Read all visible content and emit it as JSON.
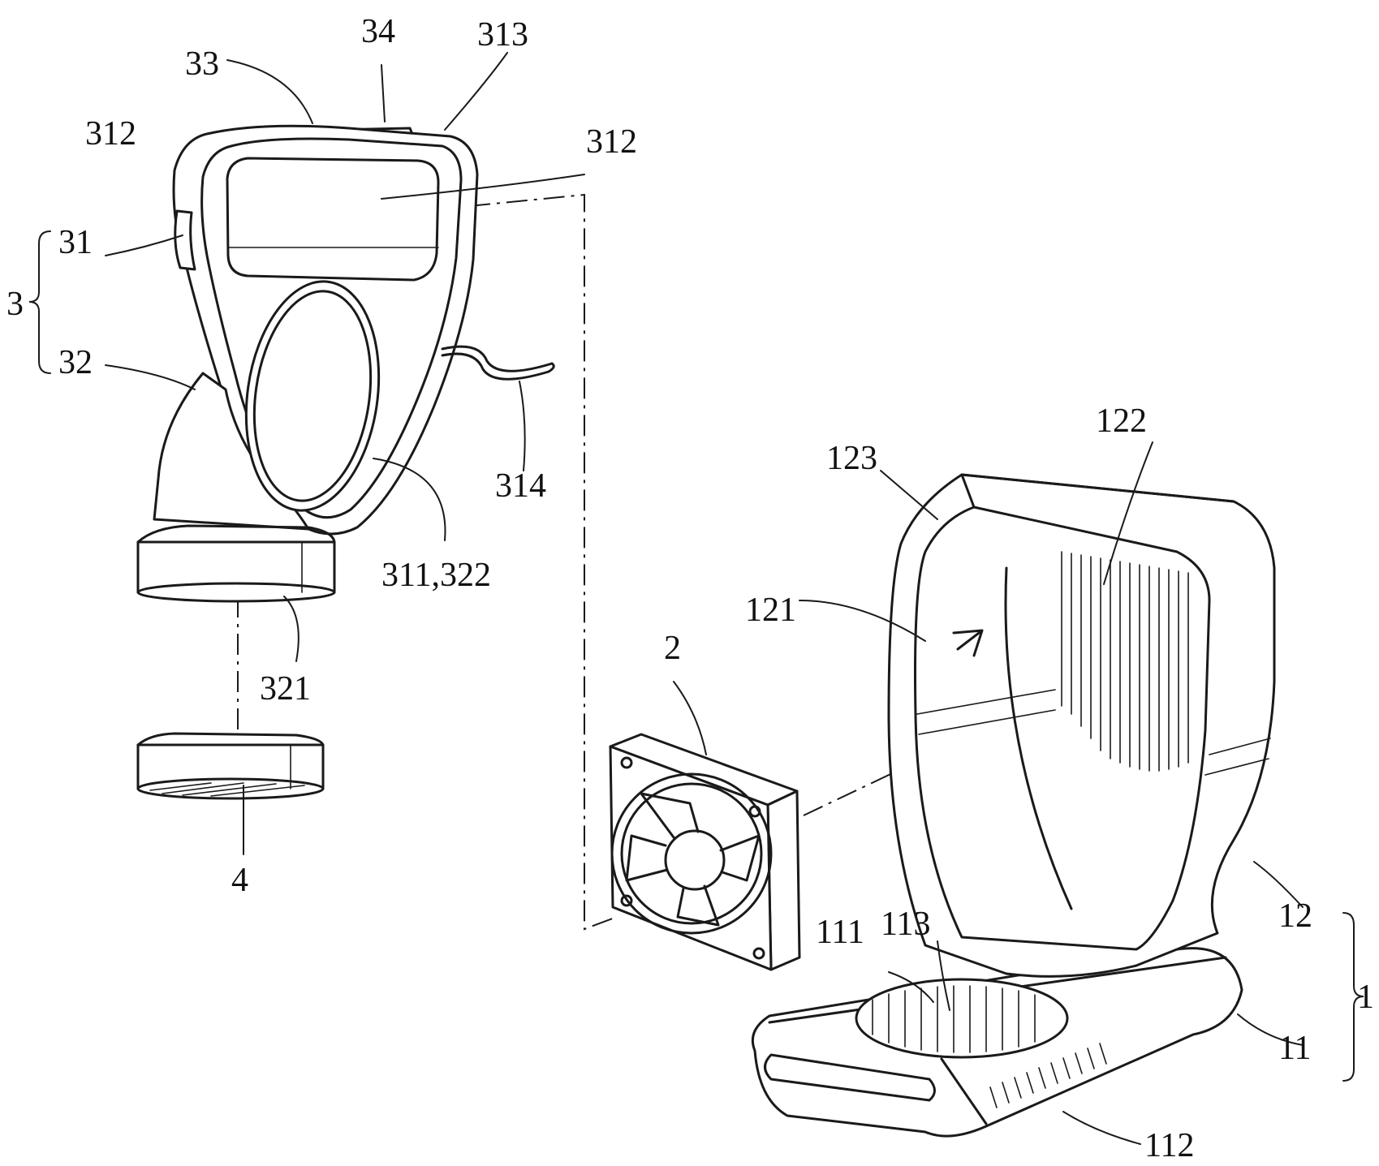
{
  "figure": {
    "labels": {
      "l34": "34",
      "l313": "313",
      "l33": "33",
      "l312a": "312",
      "l312b": "312",
      "l31": "31",
      "l3": "3",
      "l32": "32",
      "l314": "314",
      "l311_322": "311,322",
      "l321": "321",
      "l4": "4",
      "l122": "122",
      "l123": "123",
      "l121": "121",
      "l2": "2",
      "l113": "113",
      "l111": "111",
      "l12": "12",
      "l1": "1",
      "l11": "11",
      "l112": "112"
    }
  }
}
